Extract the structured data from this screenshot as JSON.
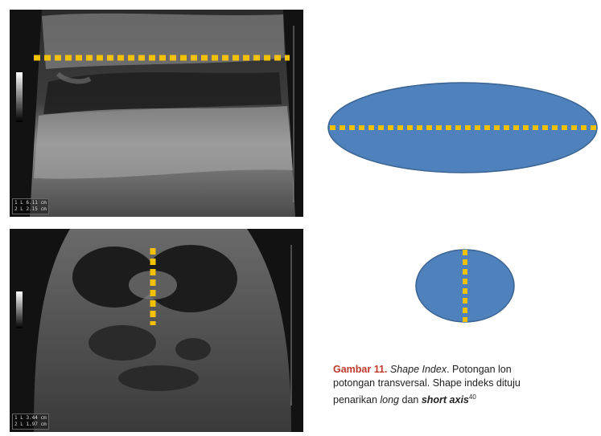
{
  "figure": {
    "top_image": {
      "measurements": [
        "1 L 6.11 cm",
        "2 L 2.15 cm"
      ],
      "marker": "+"
    },
    "bottom_image": {
      "measurements": [
        "1 L 3.44 cm",
        "2 L 1.97 cm"
      ]
    },
    "caption": {
      "label": "Gambar 11.",
      "italic_term": "Shape Index",
      "line1_rest": ". Potongan lon",
      "line2": "potongan transversal. Shape indeks dituju",
      "line3_pre": "penarikan ",
      "long_word": "long",
      "line3_mid": " dan ",
      "short_word": "short axis",
      "ref": "40"
    },
    "colors": {
      "shape_fill": "#4f81bd",
      "shape_stroke": "#3a6391",
      "dashed_line": "#f2c200",
      "caption_label": "#c0392b"
    }
  }
}
